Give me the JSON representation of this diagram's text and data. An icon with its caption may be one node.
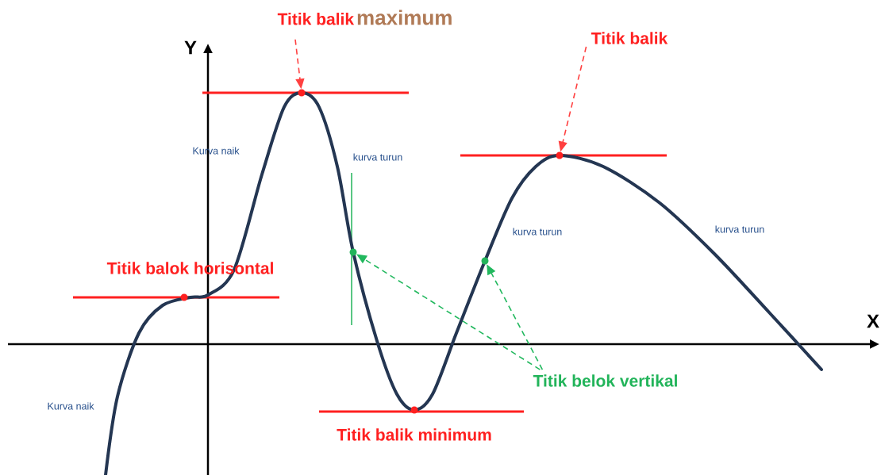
{
  "diagram": {
    "nodes": [
      {
        "text": [
          "Titik balik",
          "maximum"
        ]
      },
      {
        "text": [],
        "shape": "circle"
      },
      {
        "text": [
          "Titik balik"
        ]
      },
      {
        "text": [],
        "shape": "circle"
      },
      {
        "text": [
          "Titik belok vertikal"
        ]
      },
      {
        "text": [],
        "shape": "circle"
      },
      {
        "text": [],
        "shape": "circle"
      }
    ],
    "edges": [
      {
        "from": 0,
        "to": 1,
        "arrow": "to",
        "style": "dashed",
        "color": "#ff2020"
      },
      {
        "from": 2,
        "to": 3,
        "arrow": "to",
        "style": "dashed",
        "color": "#ff2020"
      },
      {
        "from": 4,
        "to": 5,
        "arrow": "to",
        "style": "dashed",
        "color": "#22b45a"
      },
      {
        "from": 4,
        "to": 6,
        "arrow": "to",
        "style": "dashed",
        "color": "#22b45a"
      }
    ],
    "labels": [
      "Y",
      "Kurva naik",
      "kurva turun",
      "kurva turun",
      "kurva turun",
      "Titik balok horisontal",
      "X",
      "Kurva naik",
      "Titik balik minimum"
    ]
  }
}
